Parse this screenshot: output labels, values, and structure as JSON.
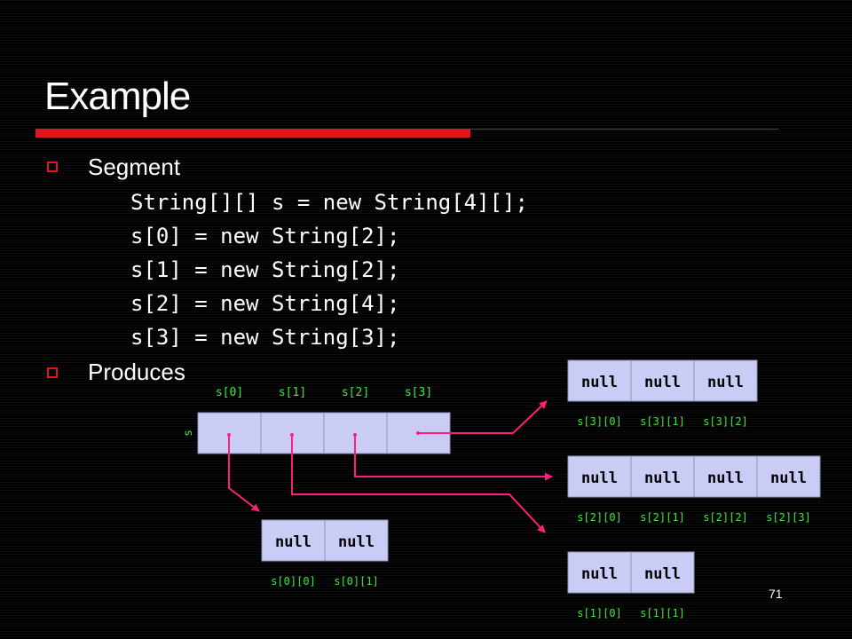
{
  "slide": {
    "title": "Example",
    "page_number": "71"
  },
  "bullets": [
    {
      "label": "Segment"
    },
    {
      "label": "Produces"
    }
  ],
  "code_lines": [
    "String[][] s = new String[4][];",
    "s[0] = new String[2];",
    "s[1] = new String[2];",
    "s[2] = new String[4];",
    "s[3] = new String[3];"
  ],
  "diagram": {
    "colors": {
      "cell_fill": "#c9cdf6",
      "cell_border": "#8e93bc",
      "arrow": "#ff1f7b",
      "label_text": "#3ee63e",
      "cell_text": "#000000"
    },
    "outer_array": {
      "variable": "s",
      "labels": [
        "s[0]",
        "s[1]",
        "s[2]",
        "s[3]"
      ]
    },
    "inner_arrays": [
      {
        "id": "s0",
        "cells": [
          "null",
          "null"
        ],
        "labels": [
          "s[0][0]",
          "s[0][1]"
        ]
      },
      {
        "id": "s1",
        "cells": [
          "null",
          "null"
        ],
        "labels": [
          "s[1][0]",
          "s[1][1]"
        ]
      },
      {
        "id": "s2",
        "cells": [
          "null",
          "null",
          "null",
          "null"
        ],
        "labels": [
          "s[2][0]",
          "s[2][1]",
          "s[2][2]",
          "s[2][3]"
        ]
      },
      {
        "id": "s3",
        "cells": [
          "null",
          "null",
          "null"
        ],
        "labels": [
          "s[3][0]",
          "s[3][1]",
          "s[3][2]"
        ]
      }
    ]
  }
}
